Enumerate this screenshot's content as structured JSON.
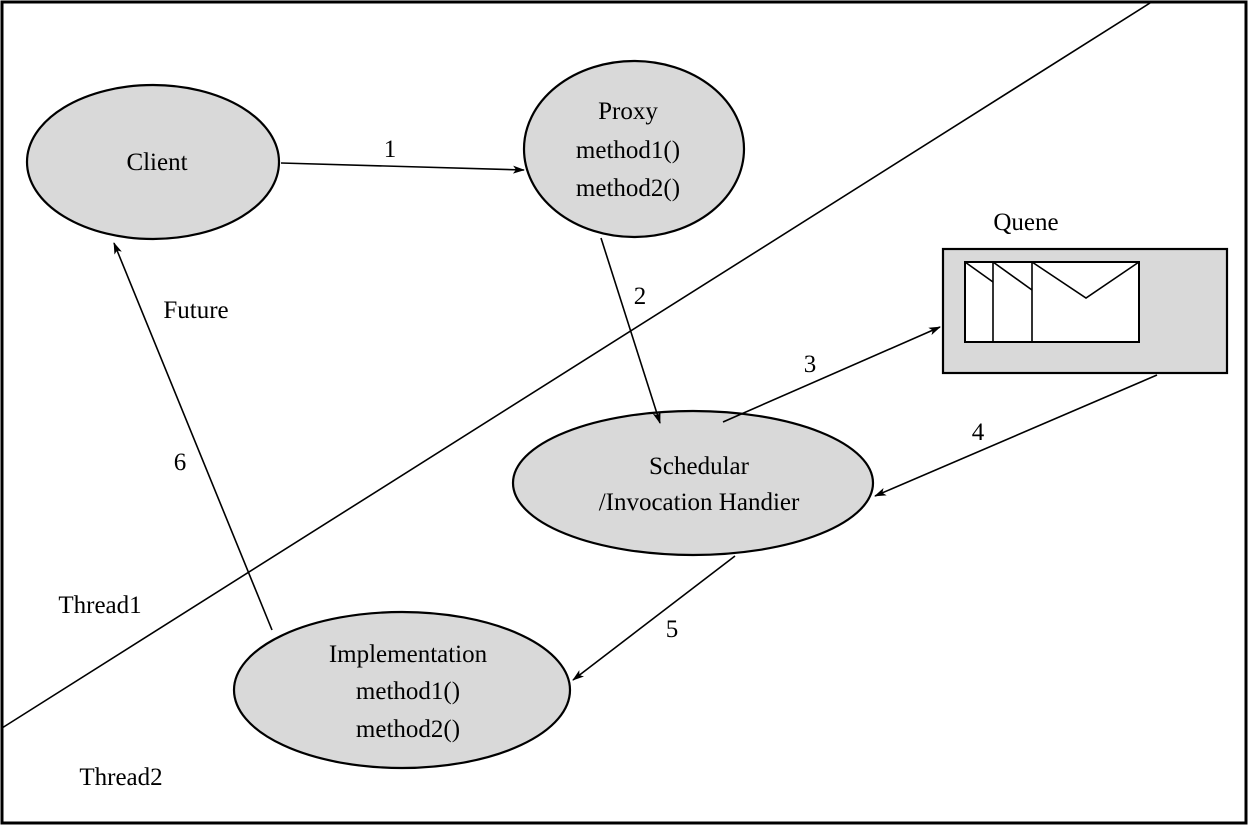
{
  "nodes": {
    "client": {
      "label": "Client"
    },
    "proxy": {
      "lines": [
        "Proxy",
        "method1()",
        "method2()"
      ]
    },
    "scheduler": {
      "lines": [
        "Schedular",
        "/Invocation Handier"
      ]
    },
    "implementation": {
      "lines": [
        "Implementation",
        "method1()",
        "method2()"
      ]
    },
    "queue": {
      "label": "Quene"
    }
  },
  "edges": [
    {
      "id": "edge-1",
      "label": "1",
      "from": "client",
      "to": "proxy"
    },
    {
      "id": "edge-2",
      "label": "2",
      "from": "proxy",
      "to": "scheduler"
    },
    {
      "id": "edge-3",
      "label": "3",
      "from": "scheduler",
      "to": "queue"
    },
    {
      "id": "edge-4",
      "label": "4",
      "from": "queue",
      "to": "scheduler"
    },
    {
      "id": "edge-5",
      "label": "5",
      "from": "scheduler",
      "to": "implementation"
    },
    {
      "id": "edge-6",
      "label": "6",
      "from": "implementation",
      "to": "client"
    }
  ],
  "annotations": {
    "future": "Future",
    "thread1": "Thread1",
    "thread2": "Thread2"
  },
  "colors": {
    "node_fill": "#d9d9d9",
    "stroke": "#000000",
    "background": "#ffffff"
  }
}
